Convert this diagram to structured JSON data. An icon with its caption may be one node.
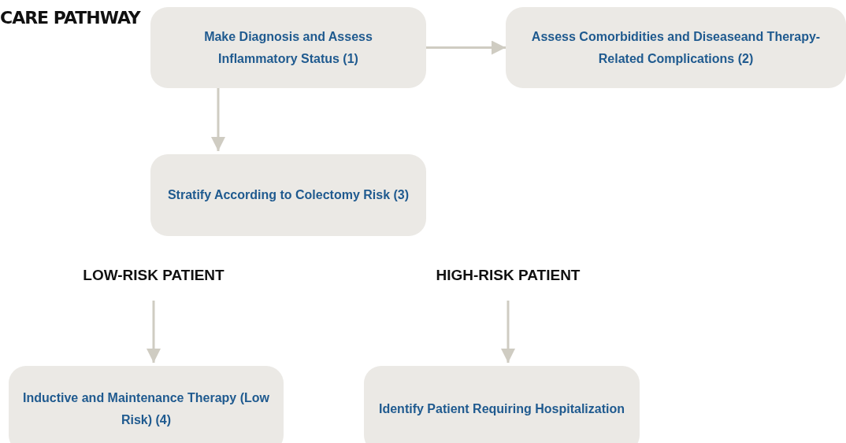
{
  "diagram": {
    "title": "CARE PATHWAY",
    "nodes": [
      {
        "text": [
          "Make Diagnosis and Assess Inflammatory Status (1)"
        ]
      },
      {
        "text": [
          "Assess Comorbidities and Diseaseand Therapy-Related Complications (2)"
        ]
      },
      {
        "text": [
          "Stratify According to Colectomy Risk (3)"
        ]
      },
      {
        "text": [
          "LOW-RISK PATIENT"
        ]
      },
      {
        "text": [
          "HIGH-RISK PATIENT"
        ]
      },
      {
        "text": [
          "Inductive and Maintenance Therapy (Low Risk) (4)"
        ]
      },
      {
        "text": [
          "Identify Patient Requiring Hospitalization"
        ]
      }
    ],
    "edges": [
      {
        "from": 0,
        "to": 1,
        "arrow": "to"
      },
      {
        "from": 0,
        "to": 2,
        "arrow": "to"
      },
      {
        "from": 3,
        "to": 5,
        "arrow": "to"
      },
      {
        "from": 4,
        "to": 6,
        "arrow": "to"
      }
    ]
  }
}
